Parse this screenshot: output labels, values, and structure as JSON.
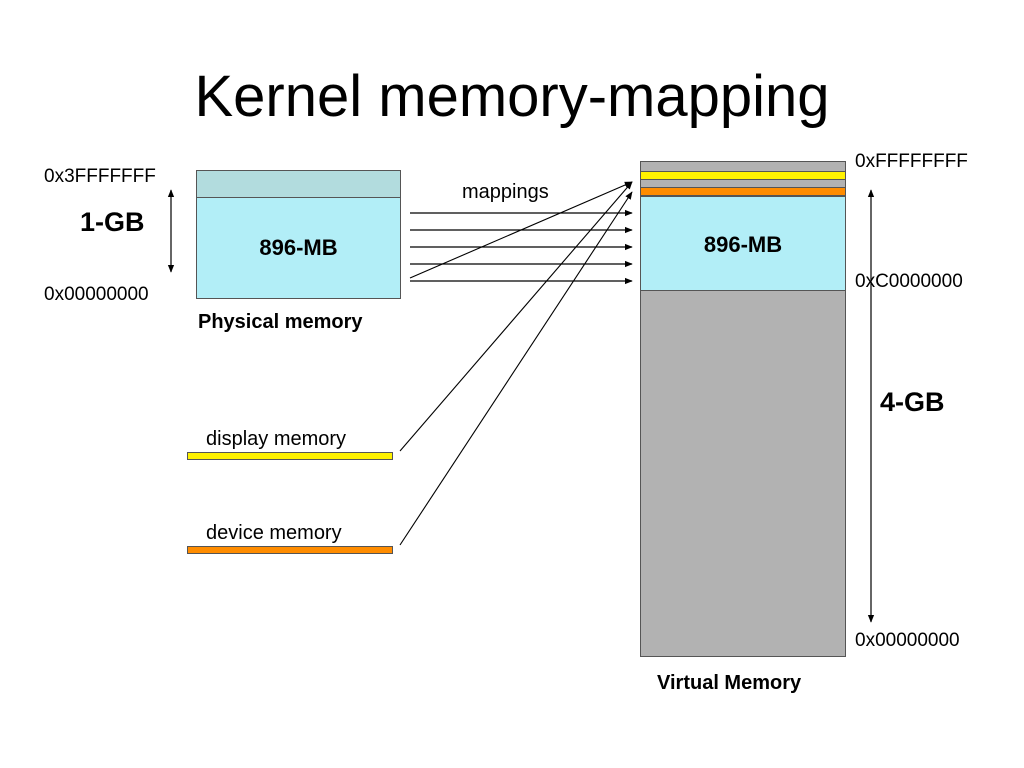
{
  "title": "Kernel memory-mapping",
  "colors": {
    "low_memory": "#b2eef7",
    "high_physical": "#b2dcde",
    "virtual_background": "#b2b2b2",
    "display_memory": "#fff200",
    "device_memory": "#ff8c00"
  },
  "physical": {
    "top_address": "0x3FFFFFFF",
    "bottom_address": "0x00000000",
    "size_label": "1-GB",
    "region_label": "896-MB",
    "caption": "Physical memory"
  },
  "mappings_label": "mappings",
  "display_memory_label": "display memory",
  "device_memory_label": "device memory",
  "virtual": {
    "top_address": "0xFFFFFFFF",
    "kernel_base_address": "0xC0000000",
    "bottom_address": "0x00000000",
    "size_label": "4-GB",
    "region_label": "896-MB",
    "caption": "Virtual Memory"
  }
}
